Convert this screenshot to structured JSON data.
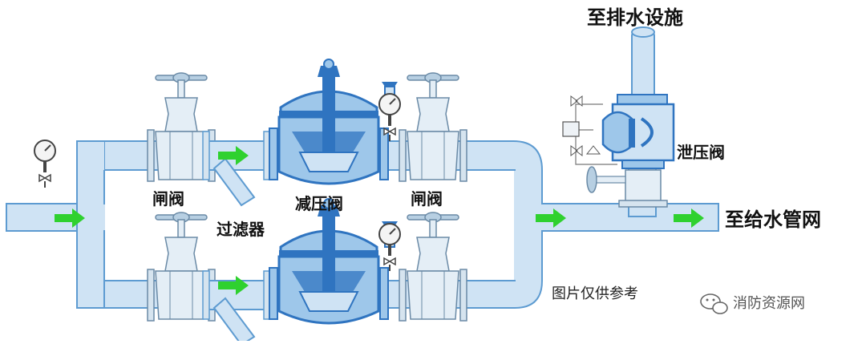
{
  "labels": {
    "drain": "至排水设施",
    "relief_valve": "泄压阀",
    "gate_valve_top": "闸阀",
    "gate_valve_top_right": "闸阀",
    "filter": "过滤器",
    "pressure_reducing_valve": "减压阀",
    "to_supply_network": "至给水管网",
    "disclaimer": "图片仅供参考"
  },
  "watermark": {
    "text": "消防资源网",
    "icon": "wechat-icon"
  },
  "colors": {
    "pipe_fill": "#cfe3f4",
    "pipe_stroke": "#5d9bd1",
    "valve_blue": "#2f74c0",
    "valve_light": "#9ec7ea",
    "gate_fill": "#e4eef6",
    "gate_stroke": "#6a8aa6",
    "flow_arrow": "#2fd12f"
  }
}
